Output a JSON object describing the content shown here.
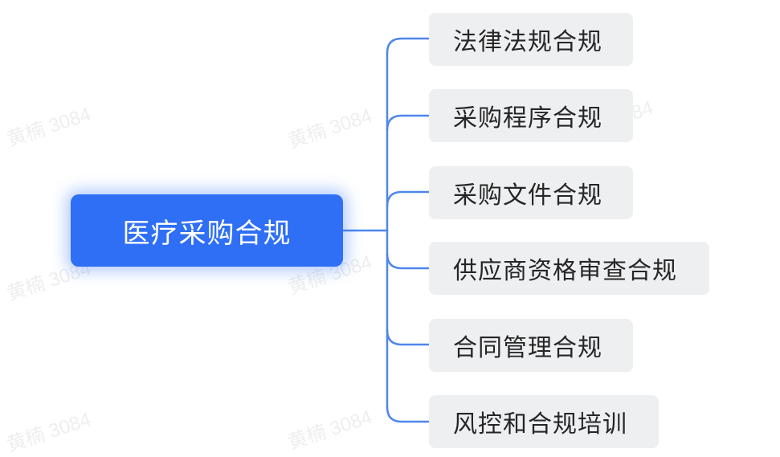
{
  "root": {
    "label": "医疗采购合规"
  },
  "children": [
    {
      "label": "法律法规合规"
    },
    {
      "label": "采购程序合规"
    },
    {
      "label": "采购文件合规"
    },
    {
      "label": "供应商资格审查合规"
    },
    {
      "label": "合同管理合规"
    },
    {
      "label": "风控和合规培训"
    }
  ],
  "watermark": {
    "text": "黄楠 3084"
  },
  "colors": {
    "root_fill": "#2f6ff5",
    "root_text": "#ffffff",
    "child_fill": "#eeeff1",
    "child_text": "#262626",
    "connector": "#4f86ec"
  }
}
